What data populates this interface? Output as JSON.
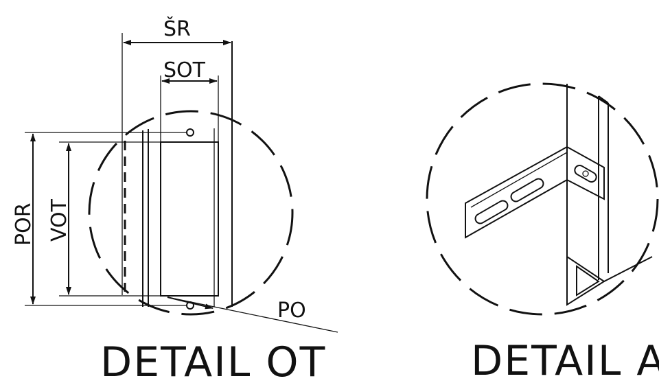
{
  "detail_ot": {
    "title": "DETAIL OT",
    "labels": {
      "sr": "ŠR",
      "sot": "SOT",
      "por": "POR",
      "vot": "VOT",
      "po": "PO"
    }
  },
  "detail_a": {
    "title": "DETAIL A"
  },
  "colors": {
    "line": "#111111",
    "background": "#ffffff"
  }
}
